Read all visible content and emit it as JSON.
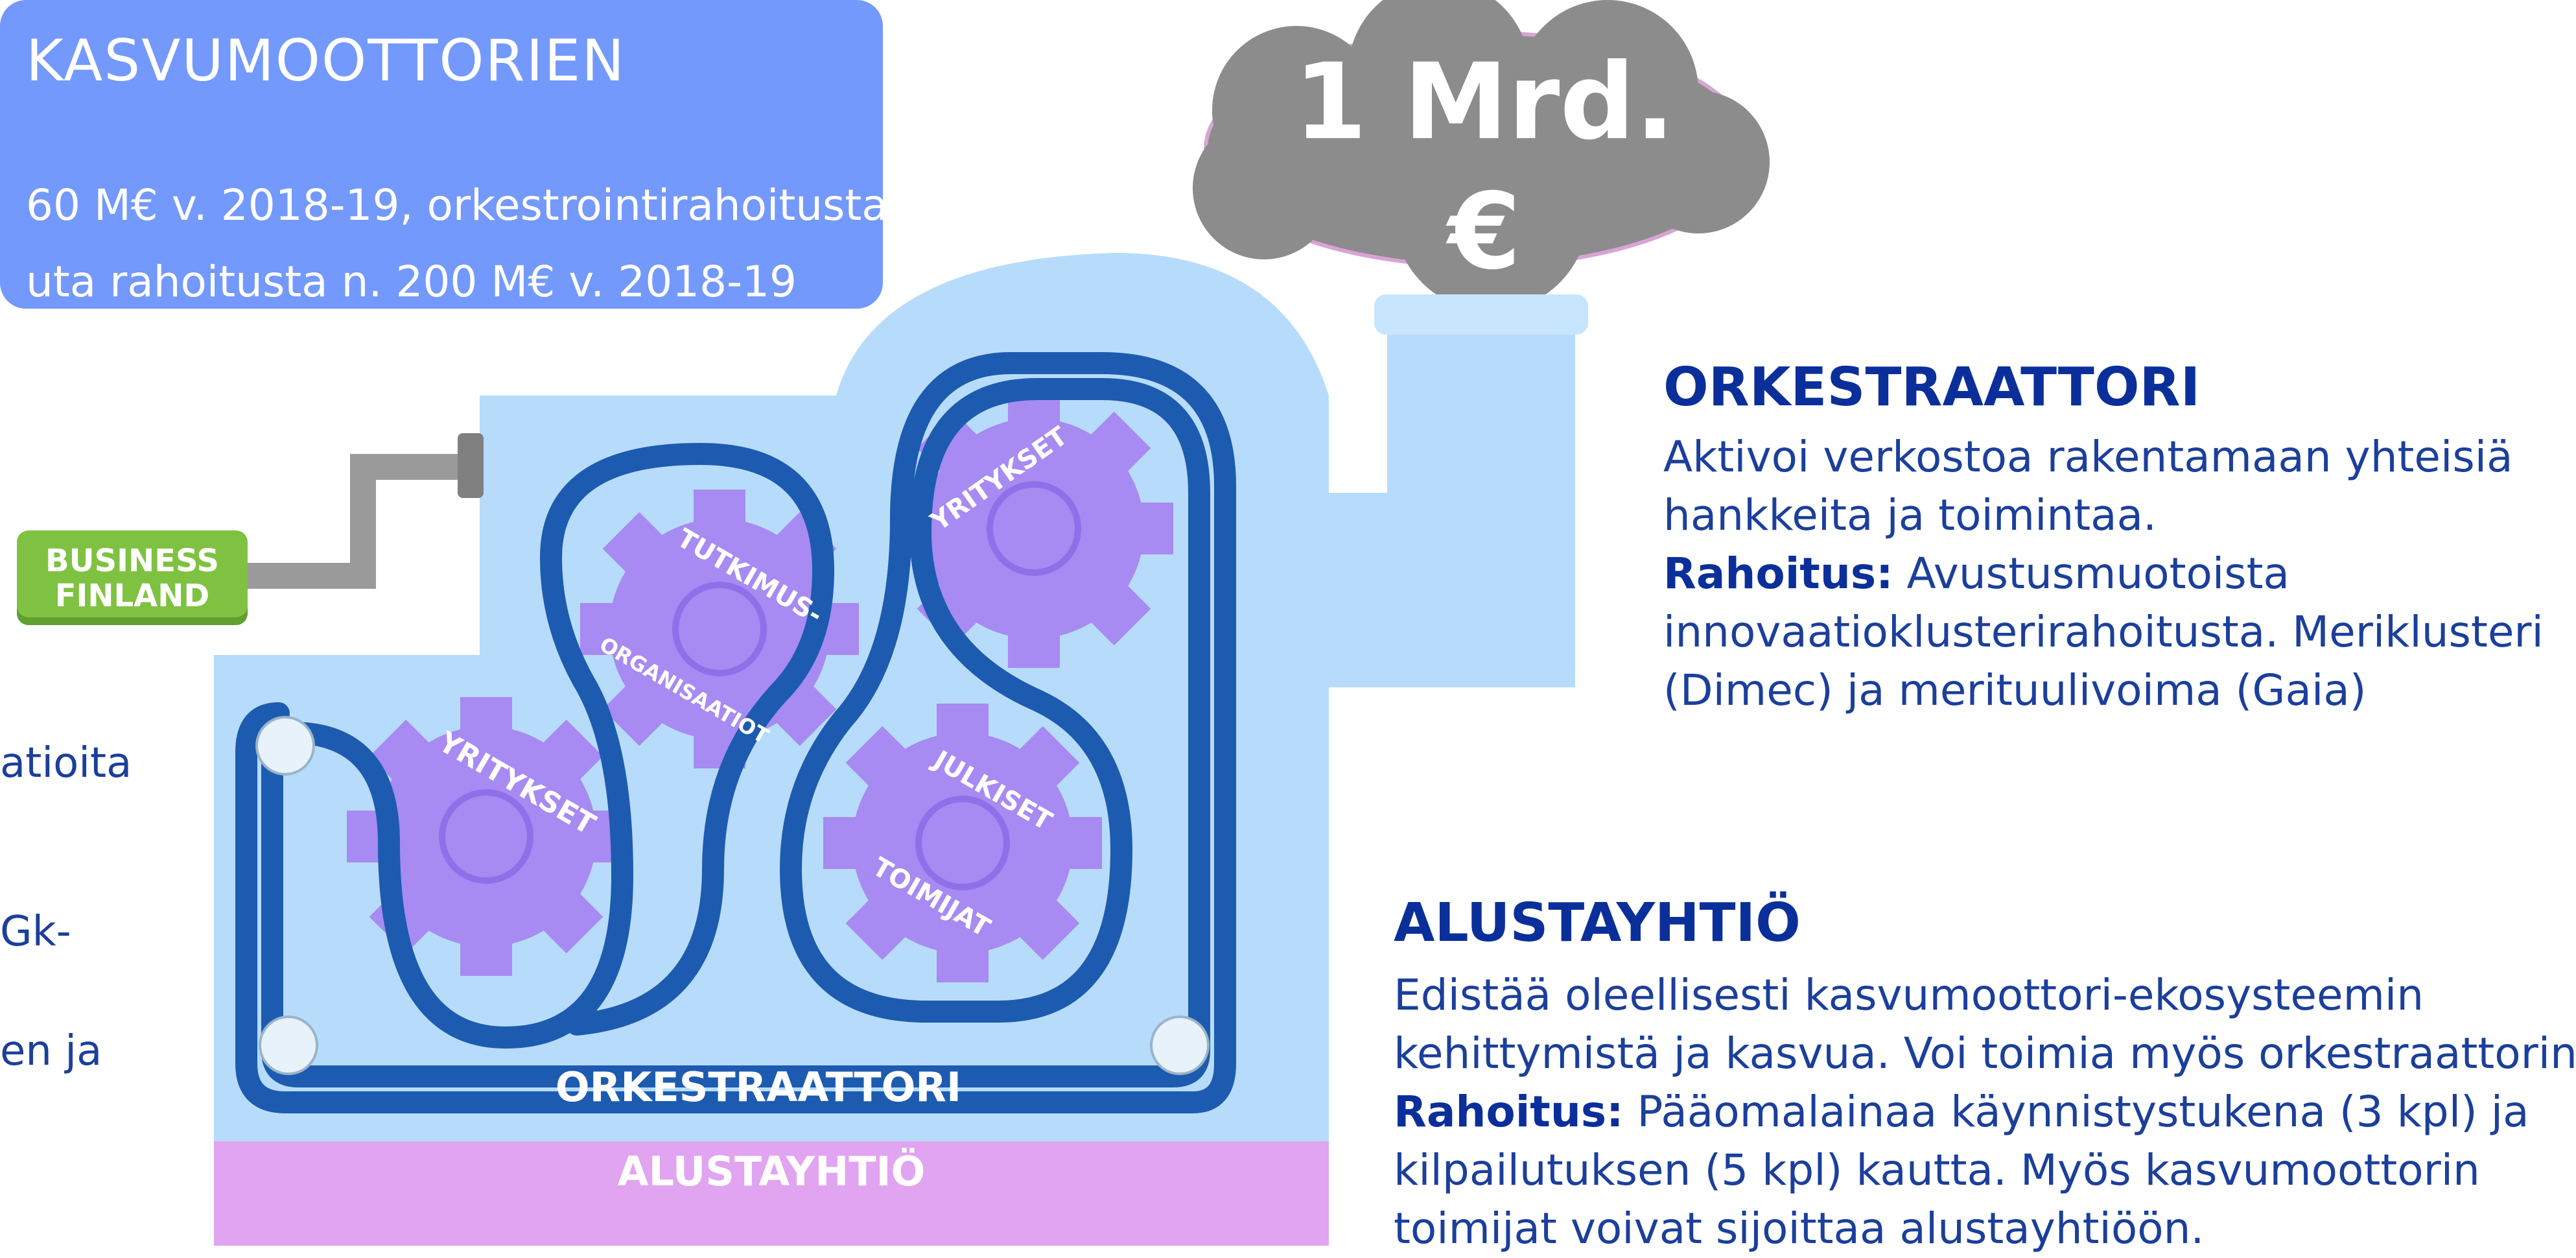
{
  "info_box": {
    "title": "KASVUMOOTTORIEN",
    "line1": "60 M€ v. 2018-19, orkestrointirahoitusta",
    "line2": "uta rahoitusta n. 200 M€ v. 2018-19"
  },
  "cloud": {
    "line1": "1 Mrd.",
    "line2": "€"
  },
  "business_finland": {
    "line1": "BUSINESS",
    "line2": "FINLAND"
  },
  "gears": {
    "yritykset_left": "YRITYKSET",
    "tutkimus": "TUTKIMUS-",
    "organisaatiot": "ORGANISAATIOT",
    "yritykset_right": "YRITYKSET",
    "julkiset": "JULKISET",
    "toimijat": "TOIMIJAT"
  },
  "machine": {
    "belt_label": "ORKESTRAATTORI",
    "base_label": "ALUSTAYHTIÖ"
  },
  "left_fragments": [
    "atioita",
    "Gk-",
    "en ja"
  ],
  "orkestraattori": {
    "heading": "ORKESTRAATTORI",
    "line1": "Aktivoi verkostoa rakentamaan yhteisiä",
    "line2": "hankkeita ja toimintaa.",
    "label": "Rahoitus:",
    "line3": " Avustusmuotoista",
    "line4": "innovaatioklusterirahoitusta. Meriklusteri",
    "line5": "(Dimec) ja merituulivoima (Gaia)"
  },
  "alustayhtio": {
    "heading": "ALUSTAYHTIÖ",
    "line1": "Edistää oleellisesti kasvumoottori-ekosysteemin",
    "line2": "kehittymistä ja kasvua. Voi toimia myös orkestraattorina.",
    "label": "Rahoitus:",
    "line3": " Pääomalainaa  käynnistystukena (3 kpl) ja",
    "line4": "kilpailutuksen (5 kpl) kautta. Myös kasvumoottorin",
    "line5": "toimijat voivat sijoittaa alustayhtiöön."
  },
  "colors": {
    "info_box": "#7499fc",
    "machine_body": "#b7dcfb",
    "belt": "#1d5bb0",
    "gear": "#a78af2",
    "base": "#e1a4f0",
    "cloud": "#8c8c8c",
    "text_dark_blue": "#0b2f9a",
    "business_finland_green": "#7fc241"
  }
}
